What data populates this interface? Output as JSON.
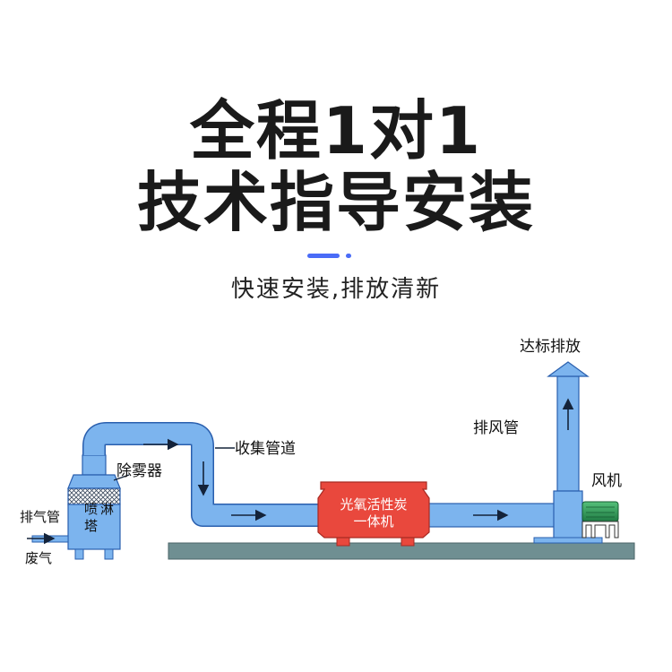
{
  "title_line1": "全程1对1",
  "title_line2": "技术指导安装",
  "subtitle": "快速安装,排放清新",
  "colors": {
    "pipe": "#7cb4ee",
    "pipe_stroke": "#2a5fae",
    "machine": "#e9483d",
    "base": "#6f8f92",
    "fan": "#2f9a57",
    "accent": "#4a6cf7"
  },
  "diagram": {
    "labels": {
      "discharge": "达标排放",
      "exhaust_pipe": "排风管",
      "fan": "风机",
      "collection_pipe": "收集管道",
      "demister": "除雾器",
      "tower": [
        "喷",
        "淋",
        "塔"
      ],
      "inlet_pipe": "排气管",
      "waste_gas": "废气",
      "machine": [
        "光氧活性炭",
        "一体机"
      ]
    }
  }
}
